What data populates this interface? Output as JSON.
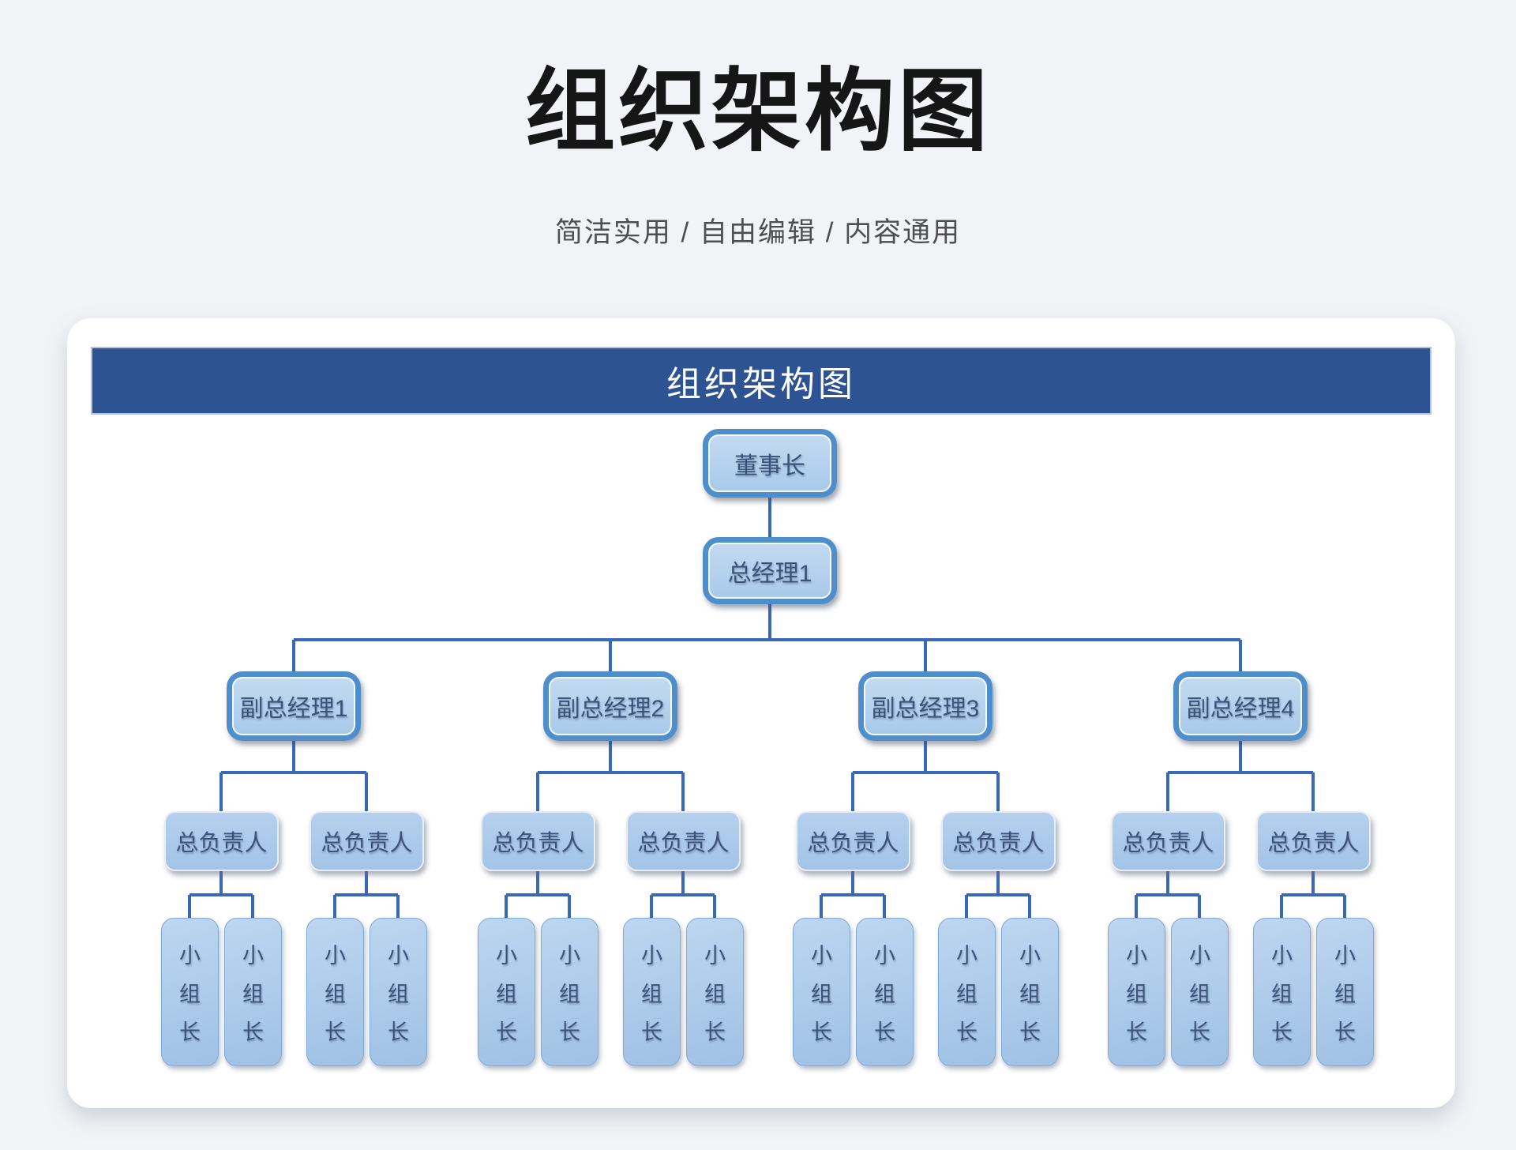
{
  "page": {
    "title": "组织架构图",
    "subtitle": "简洁实用 / 自由编辑 / 内容通用"
  },
  "board": {
    "header": "组织架构图"
  },
  "org": {
    "chairman": "董事长",
    "general_manager": "总经理1",
    "deputy_managers": [
      "副总经理1",
      "副总经理2",
      "副总经理3",
      "副总经理4"
    ],
    "leads": [
      "总负责人",
      "总负责人",
      "总负责人",
      "总负责人",
      "总负责人",
      "总负责人",
      "总负责人",
      "总负责人"
    ],
    "team_leaders": [
      "小组长",
      "小组长",
      "小组长",
      "小组长",
      "小组长",
      "小组长",
      "小组长",
      "小组长",
      "小组长",
      "小组长",
      "小组长",
      "小组长",
      "小组长",
      "小组长",
      "小组长",
      "小组长"
    ]
  },
  "colors": {
    "page_background": "#f1f3f6",
    "header_bar": "#2e5392",
    "connector": "#3a68b8",
    "node_border": "#4e8fcb",
    "node_fill": "#aecbeb",
    "node_text": "#3a537a"
  }
}
